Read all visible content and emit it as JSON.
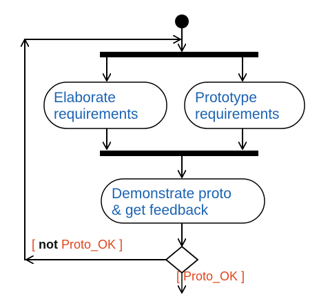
{
  "diagram": {
    "type": "uml-activity",
    "colors": {
      "line": "#000000",
      "node_fill": "#ffffff",
      "node_text": "#1b63b3",
      "guard_text": "#e0451b",
      "keyword_text": "#111111"
    },
    "nodes": {
      "elaborate": {
        "line1": "Elaborate",
        "line2": "requirements"
      },
      "prototype": {
        "line1": "Prototype",
        "line2": "requirements"
      },
      "demonstrate": {
        "line1": "Demonstrate proto",
        "line2": "& get feedback"
      }
    },
    "guards": {
      "not_ok": {
        "open": "[ ",
        "keyword": "not",
        "text": " Proto_OK ]"
      },
      "ok": {
        "text": "[ Proto_OK ]"
      }
    }
  }
}
